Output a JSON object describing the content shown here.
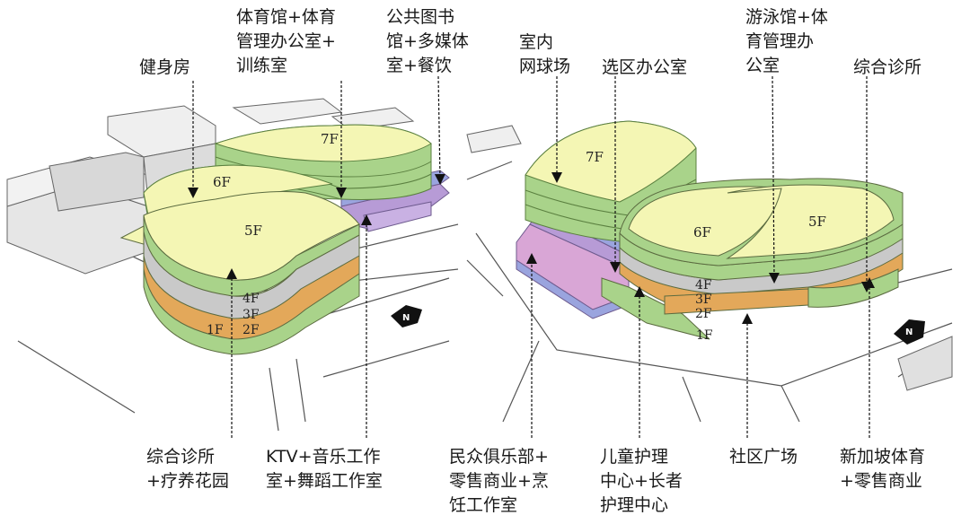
{
  "left_view": {
    "labels": {
      "gym": "健身房",
      "sports_hall": "体育馆+体育\n管理办公室+\n训练室",
      "library": "公共图书\n馆+多媒体\n室+餐饮",
      "clinic": "综合诊所\n+疗养花园",
      "ktv": "KTV+音乐工作\n室+舞蹈工作室"
    },
    "floors": [
      "7F",
      "6F",
      "5F",
      "4F",
      "3F",
      "2F",
      "1F"
    ],
    "north": "N"
  },
  "right_view": {
    "labels": {
      "tennis": "室内\n网球场",
      "office": "选区办公室",
      "pool": "游泳馆+体\n育管理办\n公室",
      "clinic": "综合诊所",
      "club": "民众俱乐部+\n零售商业+烹\n饪工作室",
      "childcare": "儿童护理\n中心+长者\n护理中心",
      "plaza": "社区广场",
      "sg_sports": "新加坡体育\n+零售商业"
    },
    "floors": [
      "7F",
      "6F",
      "5F",
      "4F",
      "3F",
      "2F",
      "1F"
    ],
    "north": "N"
  },
  "colors": {
    "roof": "#f4f6b4",
    "green": "#a9d38a",
    "grey": "#c9c9c9",
    "orange": "#e3a85a",
    "purple": "#b79bd6",
    "blue": "#9aa4de",
    "pink": "#d9a6d6",
    "context": "#e6e6e6"
  }
}
